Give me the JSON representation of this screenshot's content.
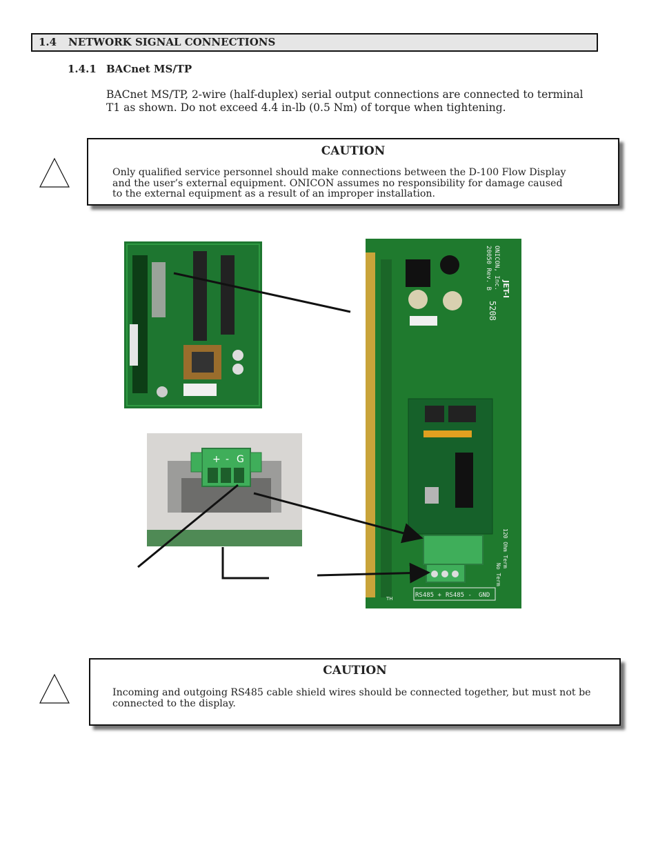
{
  "section": {
    "number": "1.4",
    "title": "NETWORK SIGNAL CONNECTIONS"
  },
  "subsection": {
    "number": "1.4.1",
    "title": "BACnet MS/TP"
  },
  "intro_text": "BACnet MS/TP, 2-wire (half-duplex) serial output connections are connected to terminal T1 as shown. Do not exceed 4.4 in-lb (0.5 Nm) of torque when tightening.",
  "caution1": {
    "title": "CAUTION",
    "text": "Only qualified service personnel should make connections between the D-100 Flow Display and the user’s external equipment. ONICON assumes no responsibility for damage caused to the external equipment as a result of an improper installation."
  },
  "caution2": {
    "title": "CAUTION",
    "text": "Incoming and outgoing RS485 cable shield wires should be connected together, but must not be connected to the display."
  },
  "board_labels": {
    "maker": "ONICON, Inc.",
    "part": "20050 Rev. B",
    "date": "5208",
    "brand": "JET-I",
    "rs485_plus": "RS485 +",
    "rs485_minus": "RS485 -",
    "gnd": "GND",
    "term": "120 Ohm Term",
    "noterm": "No Term",
    "t1": "TH"
  },
  "connector_labels": {
    "plus": "+",
    "minus": "-",
    "g": "G"
  },
  "colors": {
    "header_bg": "#e6e6e6",
    "pcb_green": "#1f7a2e",
    "connector_green": "#3fae5a"
  }
}
